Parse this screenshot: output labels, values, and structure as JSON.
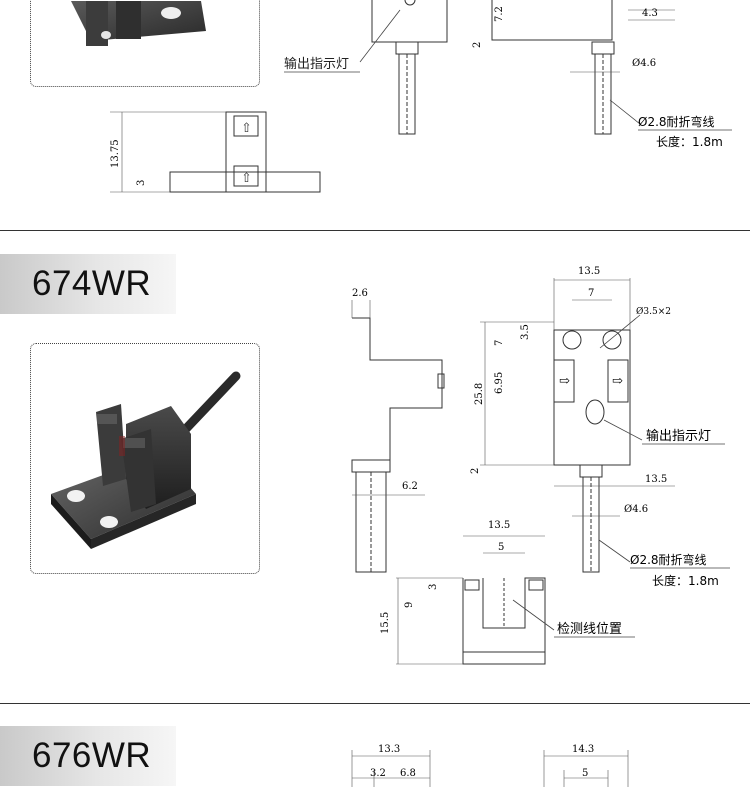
{
  "top_section": {
    "indicator_label": "输出指示灯",
    "cable_spec": "Ø2.8耐折弯线",
    "cable_length": "长度：1.8m",
    "dims": {
      "d72": "7.2",
      "d43": "4.3",
      "d2": "2",
      "phi46": "Ø4.6",
      "d1375": "13.75",
      "d3": "3"
    }
  },
  "section_674": {
    "model": "674WR",
    "dims": {
      "d26": "2.6",
      "d135_top": "13.5",
      "d7": "7",
      "hole": "Ø3.5×2",
      "d35": "3.5",
      "d7_v": "7",
      "d695": "6.95",
      "d258": "25.8",
      "d2": "2",
      "d62": "6.2",
      "d135_right": "13.5",
      "phi46": "Ø4.6",
      "d135_bottom": "13.5",
      "d5": "5",
      "d3": "3",
      "d9": "9",
      "d155": "15.5"
    },
    "indicator_label": "输出指示灯",
    "cable_spec": "Ø2.8耐折弯线",
    "cable_length": "长度：1.8m",
    "detect_label": "检测线位置"
  },
  "section_676": {
    "model": "676WR",
    "dims": {
      "d133": "13.3",
      "d32": "3.2",
      "d68": "6.8",
      "d143": "14.3",
      "d5": "5"
    }
  }
}
